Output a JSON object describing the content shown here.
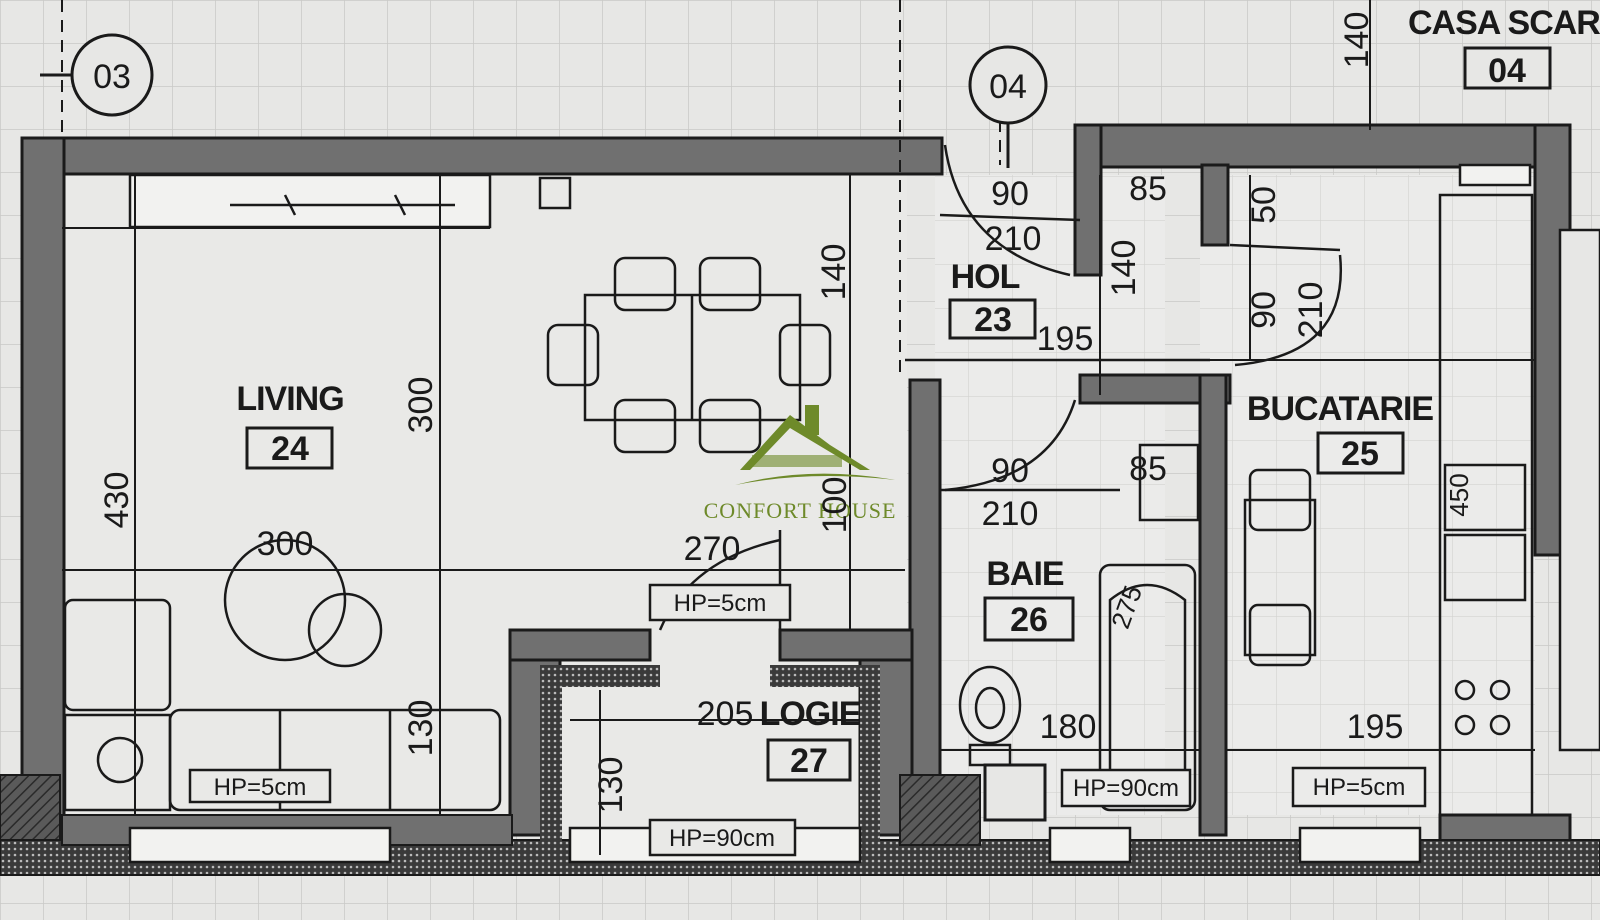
{
  "colors": {
    "background": "#e7e7e5",
    "grid": "#c9c9c6",
    "wall": "#707070",
    "ink": "#1a1a1a",
    "brand": "#6e8a2a"
  },
  "grid_labels": {
    "axis_03": "03",
    "axis_04": "04"
  },
  "header": {
    "stair_room": "CASA SCARI",
    "stair_number": "04",
    "top_dim": "140"
  },
  "rooms": {
    "living": {
      "name": "LIVING",
      "number": "24"
    },
    "hol": {
      "name": "HOL",
      "number": "23"
    },
    "bucatarie": {
      "name": "BUCATARIE",
      "number": "25"
    },
    "baie": {
      "name": "BAIE",
      "number": "26"
    },
    "logie": {
      "name": "LOGIE",
      "number": "27"
    }
  },
  "dimensions": {
    "living_height": "430",
    "living_mid_height": "300",
    "living_round_table": "300",
    "living_width_bottom": "270",
    "living_sill": "130",
    "dining_140": "140",
    "dining_vertical_100": "100",
    "hol_door_w": "90",
    "hol_door_h": "210",
    "hol_85": "85",
    "hol_140": "140",
    "hol_195": "195",
    "kitchen_door_w": "90",
    "kitchen_door_h": "210",
    "kitchen_50": "50",
    "bath_door_w": "90",
    "bath_door_h": "210",
    "bath_85": "85",
    "bath_180": "180",
    "bath_tub": "275",
    "kitchen_195": "195",
    "kitchen_450": "450",
    "logie_205": "205",
    "logie_130": "130"
  },
  "window_labels": {
    "living_window": "HP=5cm",
    "living_door": "HP=5cm",
    "logie_window": "HP=90cm",
    "bath_window": "HP=90cm",
    "kitchen_window": "HP=5cm"
  },
  "watermark": {
    "text": "CONFORT HOUSE",
    "icon": "house-logo-icon"
  }
}
